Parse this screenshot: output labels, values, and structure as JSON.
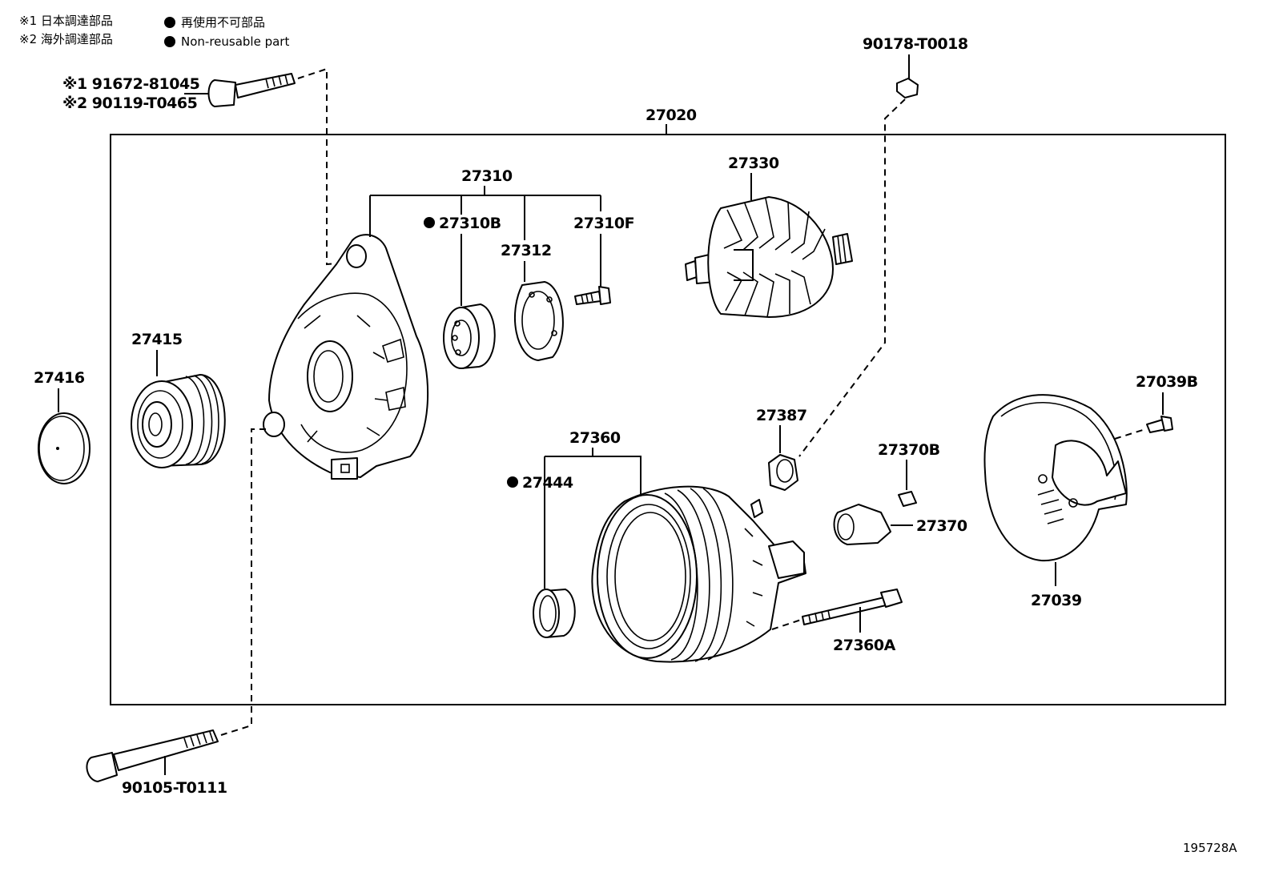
{
  "legend": {
    "note1": "※1 日本調達部品",
    "note2": "※2 海外調達部品",
    "nonreusable_jp": "再使用不可部品",
    "nonreusable_en": "Non-reusable part"
  },
  "labels": {
    "bolt_top_1": "※1 91672-81045",
    "bolt_top_2": "※2 90119-T0465",
    "nut_top": "90178-T0018",
    "assembly": "27020",
    "frame_group": "27310",
    "bearing": "27310B",
    "bearing_retainer": "27312",
    "screw_frame": "27310F",
    "rotor": "27330",
    "pulley": "27415",
    "pulley_cap": "27416",
    "terminal_insulator": "27387",
    "stator_frame": "27360",
    "bearing_rear": "27444",
    "screw_brush": "27370B",
    "brush_holder": "27370",
    "rear_cover": "27039",
    "nut_cover": "27039B",
    "through_bolt": "27360A",
    "bolt_bottom": "90105-T0111",
    "diagram_id": "195728A"
  }
}
